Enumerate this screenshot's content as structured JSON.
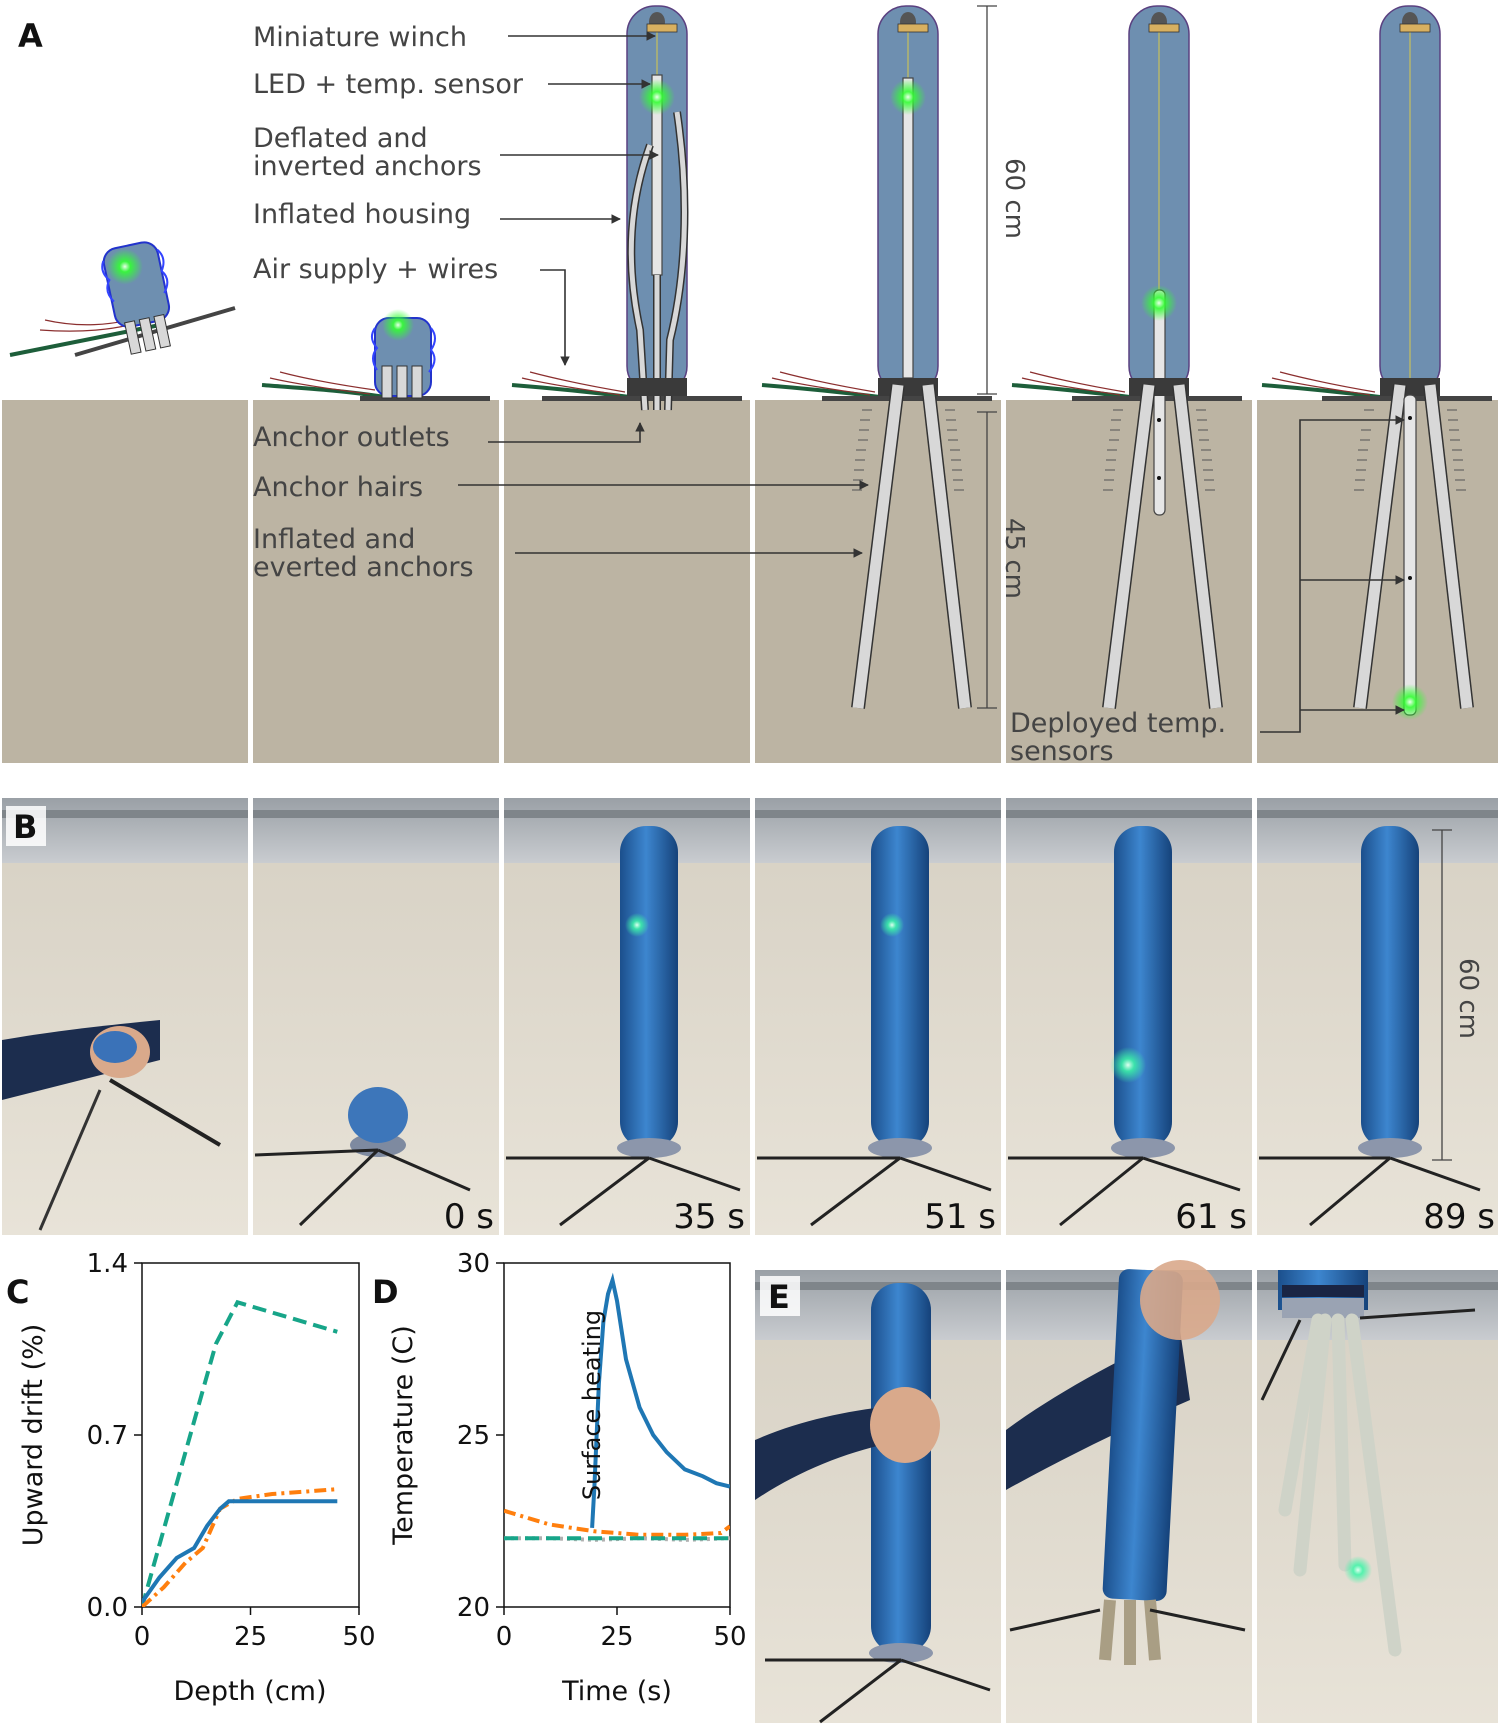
{
  "panel_letters": {
    "a": "A",
    "b": "B",
    "c": "C",
    "d": "D",
    "e": "E"
  },
  "panel_a": {
    "labels": {
      "winch": "Miniature winch",
      "led": "LED + temp. sensor",
      "deflated_1": "Deflated  and",
      "deflated_2": "inverted anchors",
      "housing": "Inflated housing",
      "air": "Air supply + wires",
      "outlets": "Anchor outlets",
      "hairs": "Anchor hairs",
      "inflated_1": "Inflated  and",
      "inflated_2": "everted anchors",
      "deployed_1": "Deployed temp.",
      "deployed_2": "sensors"
    },
    "scale_top": "60 cm",
    "scale_bottom": "45 cm"
  },
  "panel_b": {
    "times": [
      "0 s",
      "35 s",
      "51 s",
      "61 s",
      "89 s"
    ],
    "scale": "60 cm"
  },
  "colors": {
    "sand": "#bcb4a3",
    "housing": "#6e8fb0",
    "series_blue": "#1f77b4",
    "series_orange": "#ff7f0e",
    "series_teal": "#17a589",
    "series_grey": "#b0b0b0",
    "led_green": "#33ff33"
  },
  "chart_data": [
    {
      "type": "line",
      "panel": "C",
      "xlabel": "Depth (cm)",
      "ylabel": "Upward drift (%)",
      "xlim": [
        0,
        50
      ],
      "ylim": [
        0,
        1.4
      ],
      "xticks": [
        0,
        25,
        50
      ],
      "xtick_labels": [
        "0",
        "25",
        "50"
      ],
      "yticks": [
        0.0,
        0.7,
        1.4
      ],
      "ytick_labels": [
        "0.0",
        "0.7",
        "1.4"
      ],
      "series": [
        {
          "color": "#17a589",
          "dash": "dashed",
          "x": [
            0,
            17,
            22,
            45
          ],
          "y": [
            0.0,
            1.07,
            1.24,
            1.12
          ]
        },
        {
          "color": "#ff7f0e",
          "dash": "dashdot",
          "x": [
            0,
            5,
            10,
            14,
            18,
            22,
            30,
            38,
            45
          ],
          "y": [
            0.0,
            0.08,
            0.18,
            0.24,
            0.4,
            0.44,
            0.46,
            0.47,
            0.48
          ]
        },
        {
          "color": "#1f77b4",
          "dash": "solid",
          "x": [
            0,
            4,
            8,
            12,
            15,
            18,
            20,
            30,
            40,
            45
          ],
          "y": [
            0.02,
            0.12,
            0.2,
            0.24,
            0.33,
            0.4,
            0.43,
            0.43,
            0.43,
            0.43
          ]
        }
      ]
    },
    {
      "type": "line",
      "panel": "D",
      "xlabel": "Time (s)",
      "ylabel": "Temperature (C)",
      "xlim": [
        0,
        50
      ],
      "ylim": [
        20,
        30
      ],
      "xticks": [
        0,
        25,
        50
      ],
      "xtick_labels": [
        "0",
        "25",
        "50"
      ],
      "yticks": [
        20,
        25,
        30
      ],
      "ytick_labels": [
        "20",
        "25",
        "30"
      ],
      "annotations": [
        "Surface heating"
      ],
      "series": [
        {
          "color": "#1f77b4",
          "dash": "solid",
          "x": [
            19.5,
            20,
            21,
            22,
            23,
            24,
            25,
            27,
            30,
            33,
            36,
            40,
            44,
            47,
            50
          ],
          "y": [
            22.3,
            23.5,
            26.5,
            28.3,
            29.1,
            29.5,
            28.9,
            27.2,
            25.8,
            25.0,
            24.5,
            24.0,
            23.8,
            23.6,
            23.5
          ]
        },
        {
          "color": "#ff7f0e",
          "dash": "dashdot",
          "x": [
            0,
            5,
            10,
            15,
            20,
            30,
            40,
            48,
            50
          ],
          "y": [
            22.8,
            22.6,
            22.4,
            22.3,
            22.2,
            22.1,
            22.1,
            22.15,
            22.35
          ]
        },
        {
          "color": "#b0b0b0",
          "dash": "dotted",
          "x": [
            0,
            10,
            20,
            30,
            40,
            50
          ],
          "y": [
            22.0,
            22.0,
            21.95,
            22.0,
            21.95,
            22.0
          ]
        },
        {
          "color": "#17a589",
          "dash": "dashed",
          "x": [
            0,
            10,
            20,
            30,
            40,
            50
          ],
          "y": [
            22.0,
            22.0,
            22.0,
            22.0,
            22.0,
            22.0
          ]
        }
      ]
    }
  ]
}
